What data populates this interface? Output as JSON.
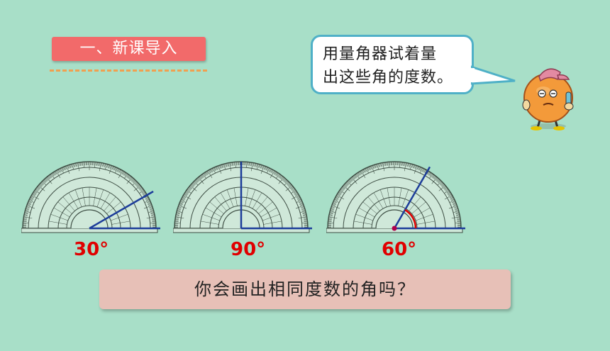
{
  "header": {
    "title": "一、新课导入"
  },
  "bubble": {
    "text": "用量角器试着量\n出这些角的度数。"
  },
  "protractors": [
    {
      "label": "30°",
      "angle": 30
    },
    {
      "label": "90°",
      "angle": 90
    },
    {
      "label": "60°",
      "angle": 60
    }
  ],
  "question": {
    "text": "你会画出相同度数的角吗？"
  },
  "colors": {
    "background": "#a8dfc8",
    "title_bg": "#f26a6a",
    "label": "#e00000",
    "ray": "#1d3d9a",
    "question_bg": "#e7c0b7"
  },
  "icons": {
    "mascot": "orange-mascot-icon",
    "protractor": "protractor-icon"
  }
}
